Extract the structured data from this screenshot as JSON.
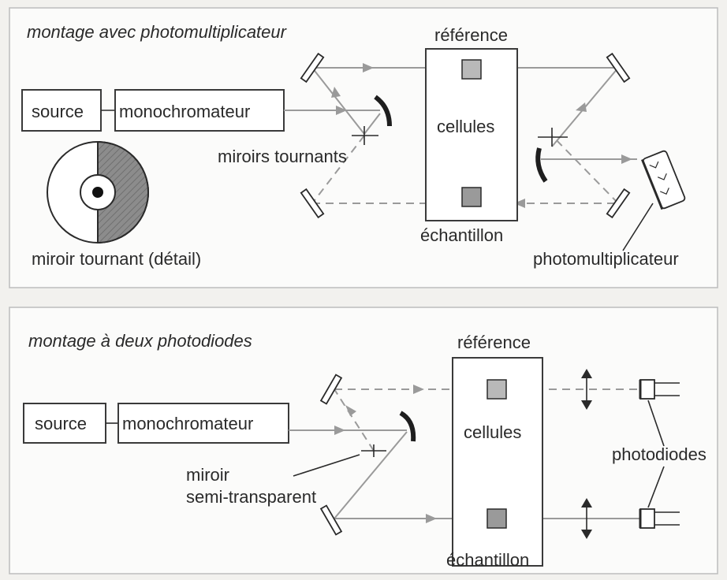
{
  "panel_top": {
    "title": "montage avec photomultiplicateur",
    "source": "source",
    "monochromator": "monochromateur",
    "reference": "référence",
    "cells": "cellules",
    "sample": "échantillon",
    "rotating_mirrors": "miroirs tournants",
    "rotating_mirror_detail": "miroir tournant (détail)",
    "photomultiplier": "photomultiplicateur"
  },
  "panel_bottom": {
    "title": "montage à deux photodiodes",
    "source": "source",
    "monochromator": "monochromateur",
    "reference": "référence",
    "cells": "cellules",
    "sample": "échantillon",
    "semi_mirror_line1": "miroir",
    "semi_mirror_line2": "semi-transparent",
    "photodiodes": "photodiodes"
  },
  "colors": {
    "beam": "#9a9a9a",
    "ink": "#2a2a2a",
    "shade": "#8c8c8c"
  }
}
